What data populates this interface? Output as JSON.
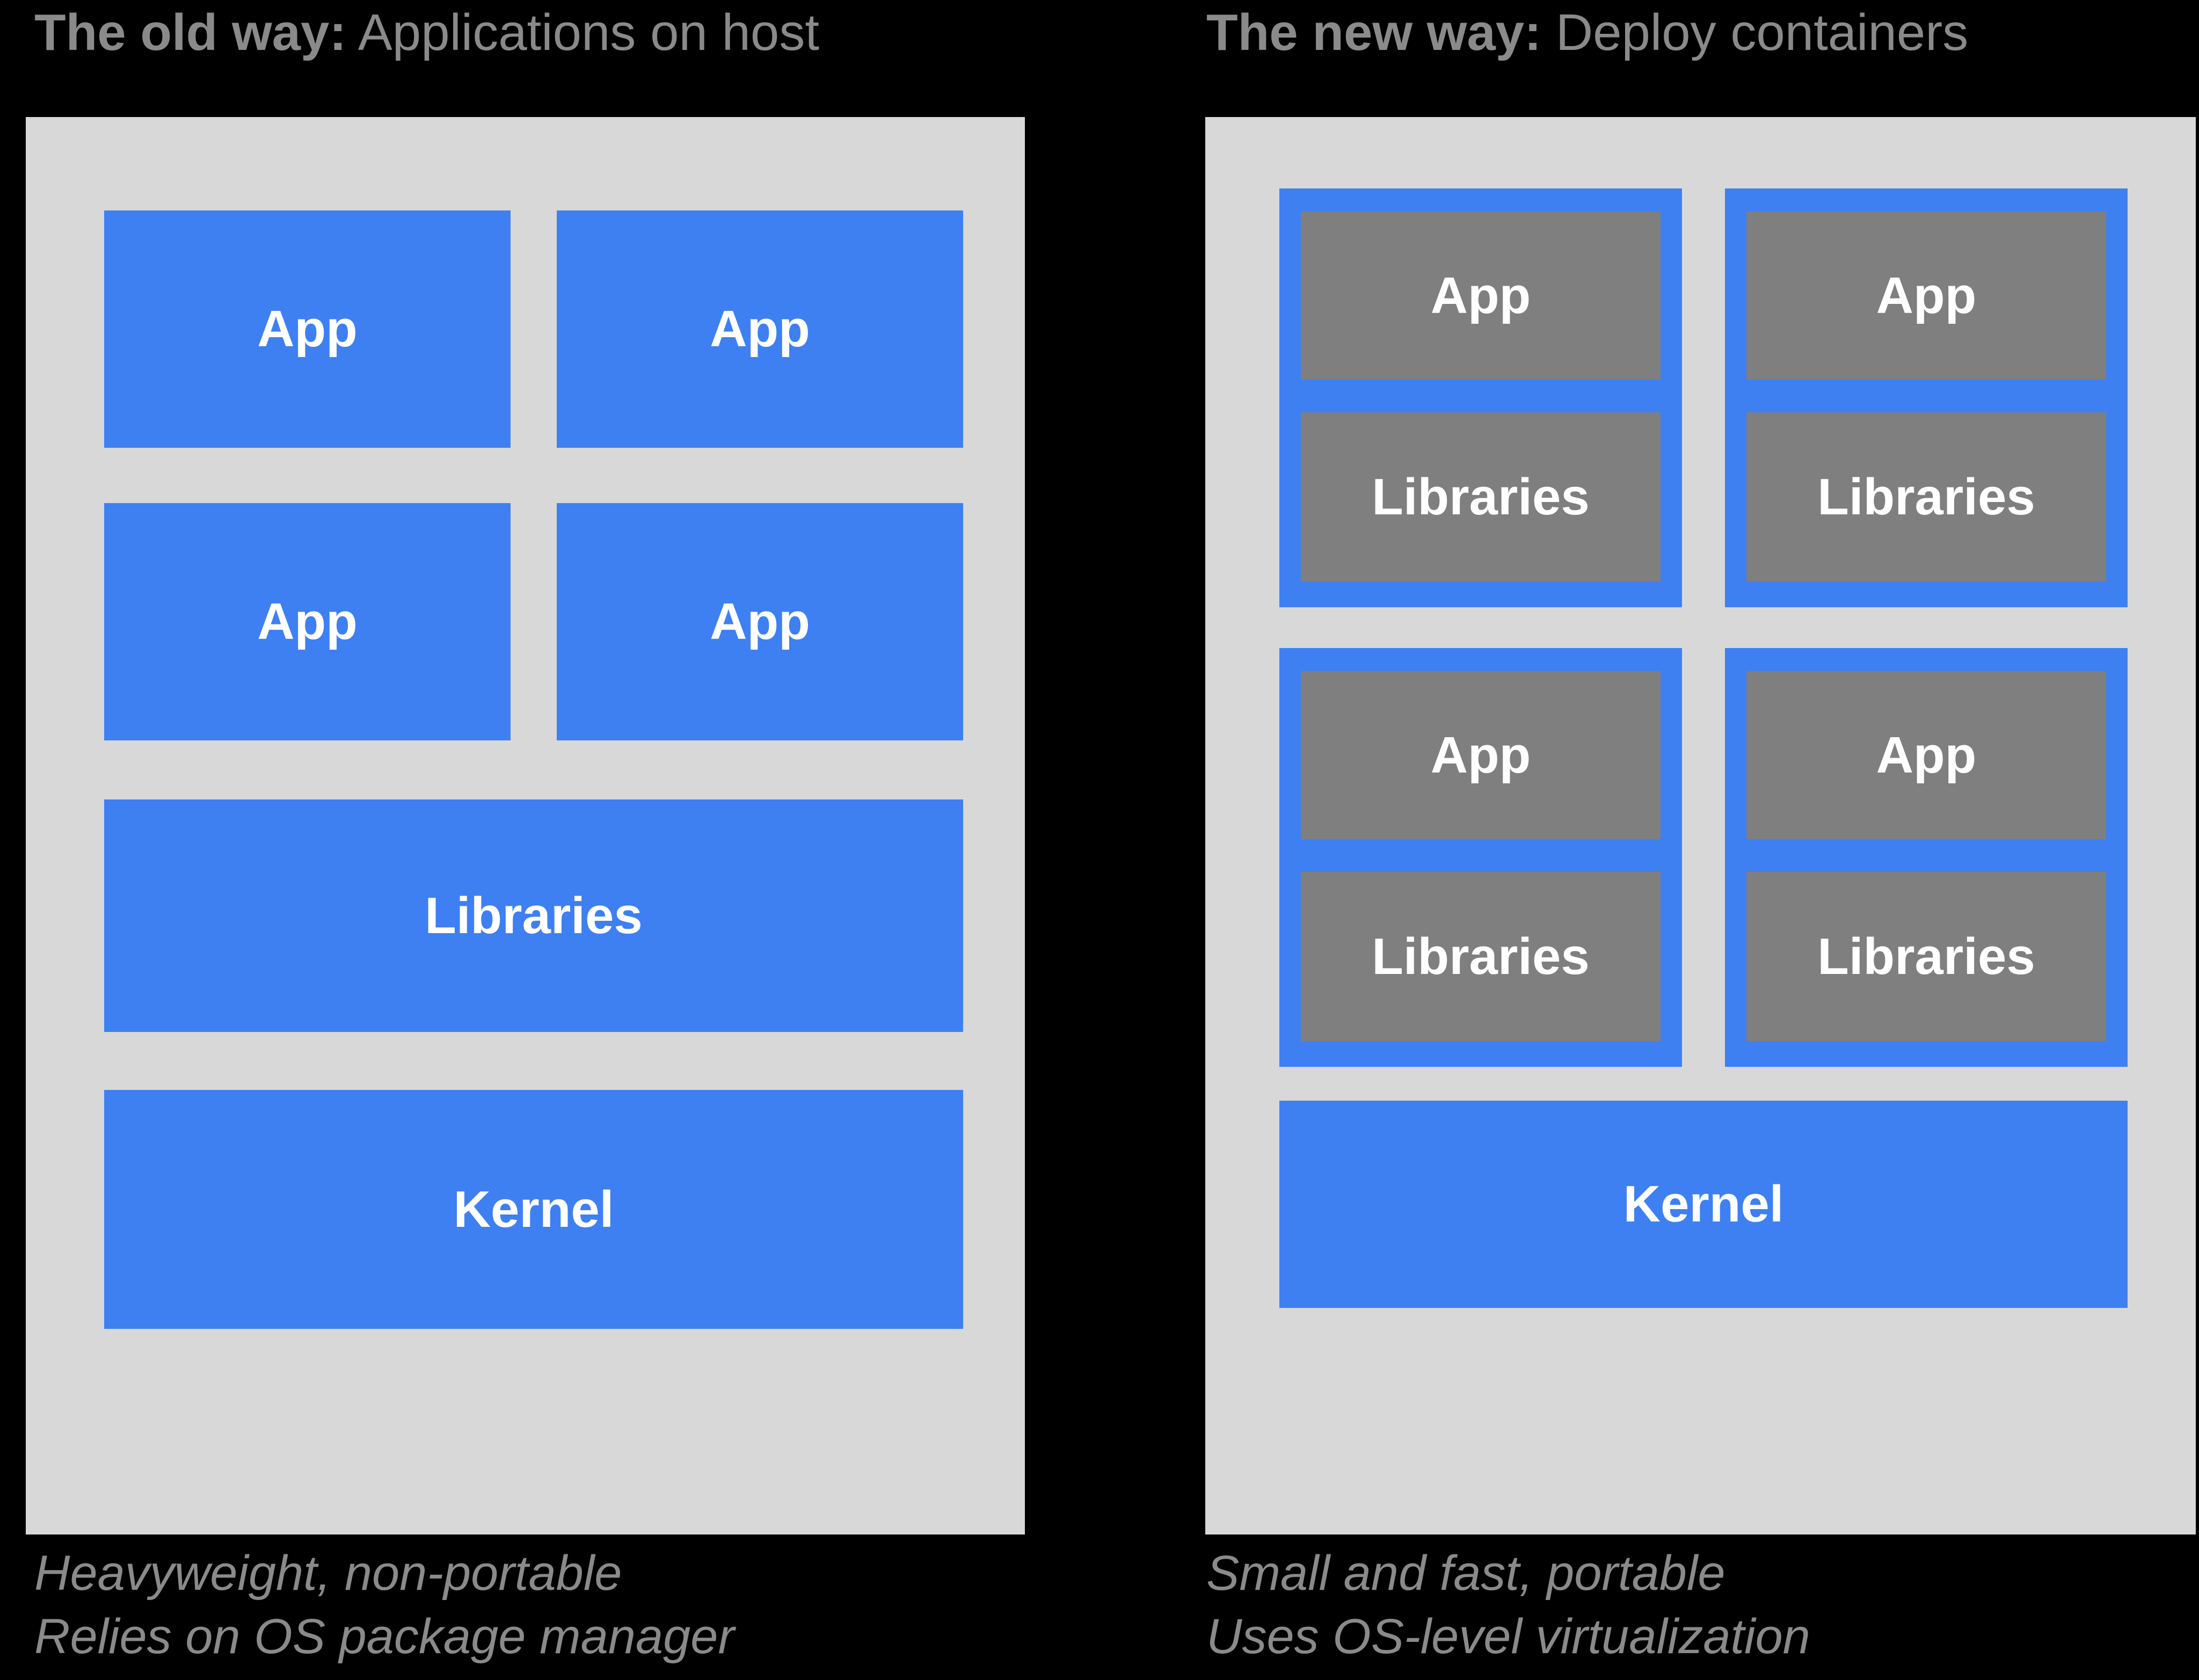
{
  "left": {
    "title_bold": "The old way:",
    "title_rest": " Applications on host",
    "app_labels": [
      "App",
      "App",
      "App",
      "App"
    ],
    "libraries_label": "Libraries",
    "kernel_label": "Kernel",
    "caption_line1": "Heavyweight, non-portable",
    "caption_line2": "Relies on OS package manager"
  },
  "right": {
    "title_bold": "The new way:",
    "title_rest": " Deploy containers",
    "containers": [
      {
        "app": "App",
        "libraries": "Libraries"
      },
      {
        "app": "App",
        "libraries": "Libraries"
      },
      {
        "app": "App",
        "libraries": "Libraries"
      },
      {
        "app": "App",
        "libraries": "Libraries"
      }
    ],
    "kernel_label": "Kernel",
    "caption_line1": "Small and fast, portable",
    "caption_line2": "Uses OS-level virtualization"
  },
  "colors": {
    "background": "#000000",
    "panel": "#d8d8d8",
    "blue": "#3e80f2",
    "gray_block": "#7f7f7f",
    "text_gray": "#8a8a8a",
    "block_text": "#ffffff"
  }
}
